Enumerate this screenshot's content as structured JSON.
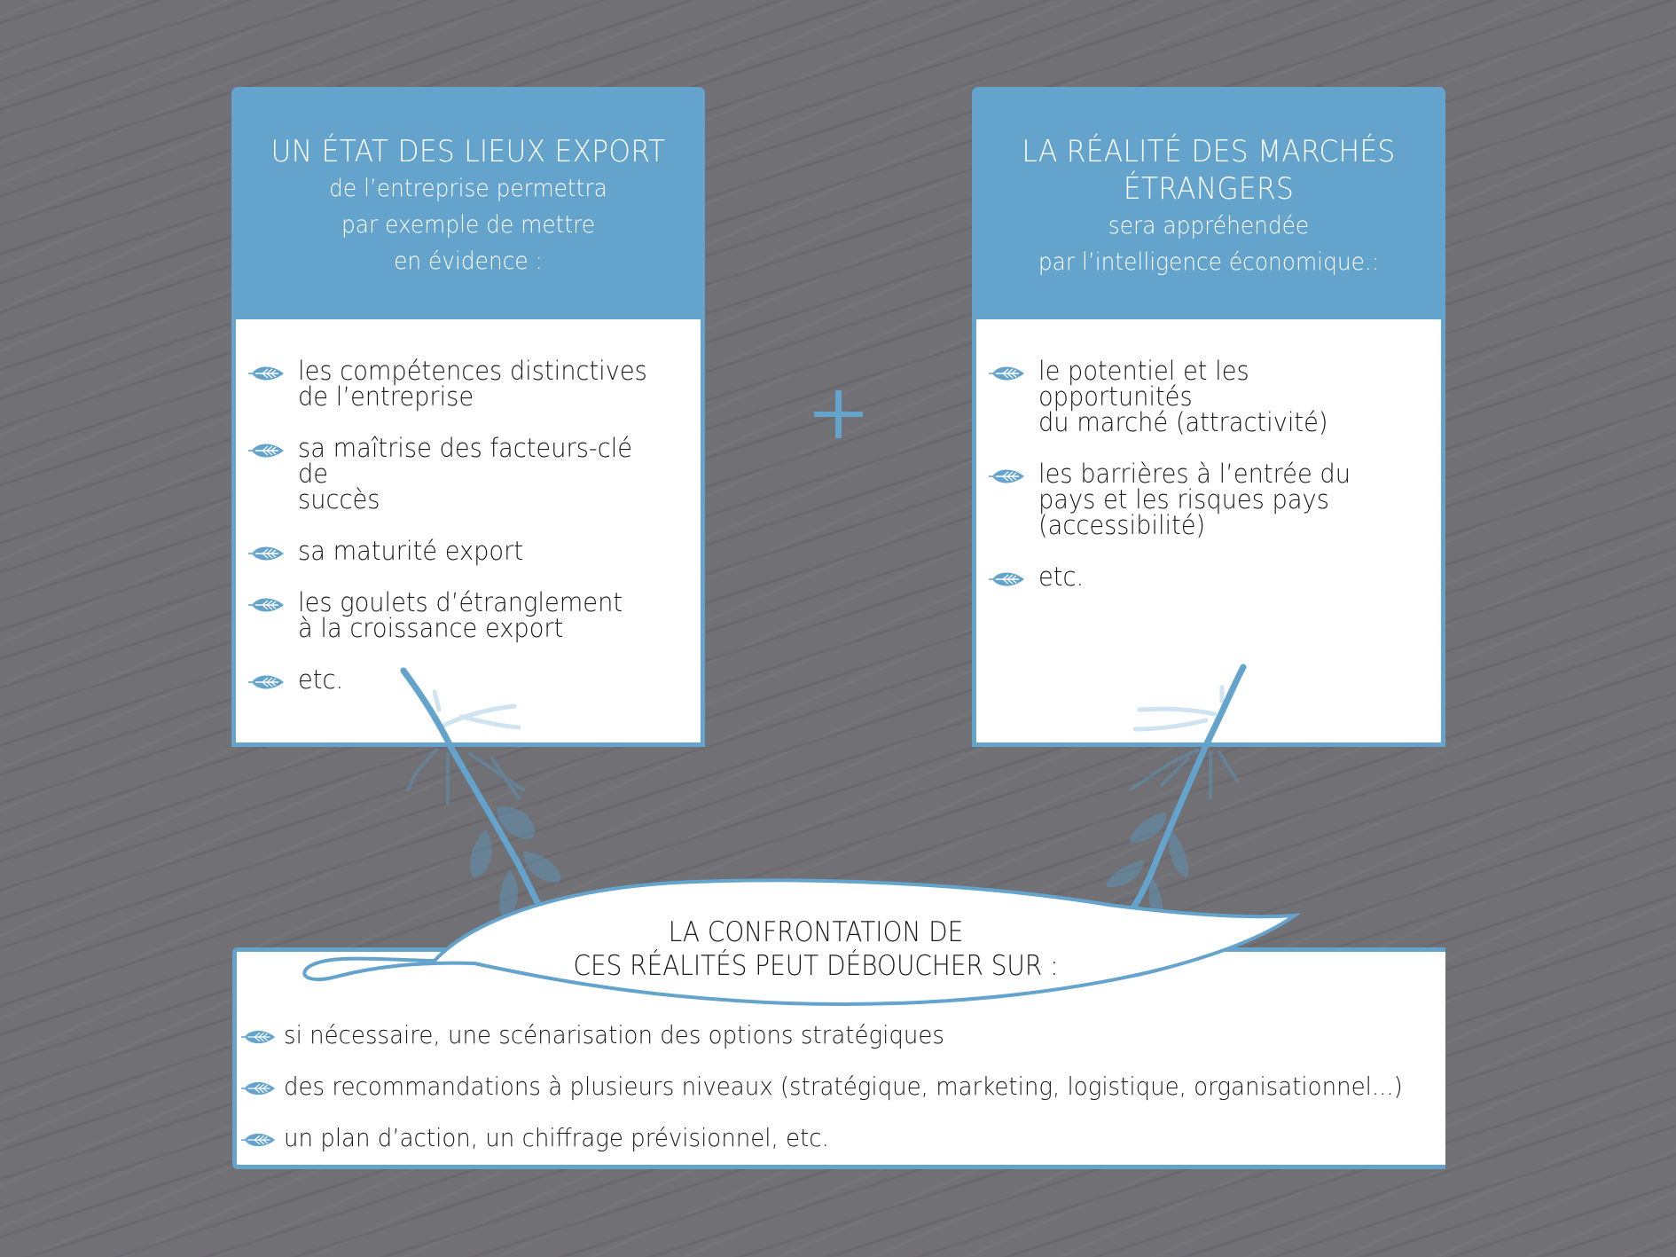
{
  "colors": {
    "accent": "#63A3CC",
    "background": "#717075",
    "text_dark": "#1a1a1a",
    "text_light": "#ffffff"
  },
  "left_card": {
    "title": "UN ÉTAT DES LIEUX EXPORT",
    "subtitle": "de l’entreprise permettra\npar exemple de mettre\nen évidence :",
    "items": [
      {
        "icon": "leaf-icon",
        "text": "les compétences distinctives\nde l’entreprise"
      },
      {
        "icon": "leaf-icon",
        "text": "sa maîtrise des facteurs-clé de\nsuccès"
      },
      {
        "icon": "leaf-icon",
        "text": "sa maturité export"
      },
      {
        "icon": "leaf-icon",
        "text": "les goulets d’étranglement\nà la croissance export"
      },
      {
        "icon": "leaf-icon",
        "text": "etc."
      }
    ]
  },
  "connector": {
    "symbol": "plus-icon"
  },
  "right_card": {
    "title": "LA RÉALITÉ DES MARCHÉS\nÉTRANGERS",
    "subtitle": "sera appréhendée\npar l’intelligence économique.:",
    "items": [
      {
        "icon": "leaf-icon",
        "text": "le potentiel et les opportunités\ndu marché (attractivité)"
      },
      {
        "icon": "leaf-icon",
        "text": "les barrières à l’entrée du\npays et les risques pays\n(accessibilité)"
      },
      {
        "icon": "leaf-icon",
        "text": "etc."
      }
    ]
  },
  "conclusion": {
    "title": "LA CONFRONTATION DE\nCES RÉALITÉS PEUT DÉBOUCHER SUR :",
    "items": [
      {
        "icon": "leaf-icon",
        "text": "si nécessaire, une scénarisation des options stratégiques"
      },
      {
        "icon": "leaf-icon",
        "text": "des recommandations à plusieurs niveaux (stratégique, marketing, logistique, organisationnel...)"
      },
      {
        "icon": "leaf-icon",
        "text": "un plan d’action, un chiffrage prévisionnel, etc."
      }
    ]
  }
}
